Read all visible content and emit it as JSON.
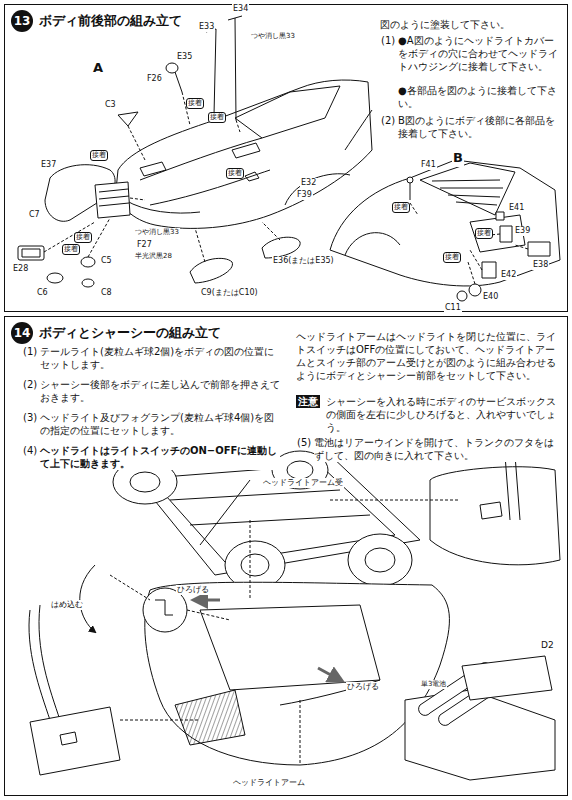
{
  "diagram": {
    "nodes": [
      {
        "text": [
          "ボディ前後部の組み立て"
        ]
      },
      {
        "text": [
          "13"
        ],
        "in": 0
      },
      {
        "text": [
          "ボディとシャーシーの組み立て"
        ]
      },
      {
        "text": [
          "14"
        ],
        "in": 2
      }
    ],
    "labels": [
      "図のように塗装して下さい。",
      "(1)",
      "●A図のようにヘッドライトカバーをボディの穴に合わせてヘッドライトハウジングに接着して下さい。",
      "●各部品を図のように接着して下さい。",
      "(2)",
      "B図のようにボディ後部に各部品を接着して下さい。",
      "A",
      "E34",
      "E33",
      "つや消し黒33",
      "E35",
      "F26",
      "接着",
      "接着",
      "C3",
      "E37",
      "C7",
      "接着",
      "接着",
      "接着",
      "つや消し黒33",
      "F27",
      "半光沢黒28",
      "E28",
      "C6",
      "C5",
      "E36(またはE35)",
      "C9(またはC10)",
      "C8",
      "E32",
      "F39",
      "接着",
      "B",
      "F41",
      "接着",
      "E39",
      "E41",
      "E38",
      "E42",
      "E40",
      "C11",
      "接着",
      "接着",
      "(1)",
      "テールライト(麦粒ムギ球2個)をボディの図の位置にセットします。",
      "(2)",
      "シャーシー後部をボディに差し込んで前部を押さえておきます。",
      "(3)",
      "ヘッドライト及びフォグランプ(麦粒ムギ球4個)を図の指定の位置にセットします。",
      "(4)",
      "ヘッドライトはライトスイッチのON−OFFに連動して上下に動きます。",
      "ヘッドライトアームはヘッドライトを閉じた位置に、ライトスイッチはOFFの位置にしておいて、ヘッドライトアームとスイッチ部のアーム受けとが図のように組み合わせるようにボディとシャーシー前部をセットして下さい。",
      "注意",
      "シャーシーを入れる時にボディのサービスボックスの側面を左右に少しひろげると、入れやすいでしょう。",
      "(5)",
      "電池はリアーウインドを開けて、トランクのフタをはずして、図の向きに入れて下さい。",
      "ヘッドライトアーム受",
      "はめ込む",
      "ひろげる",
      "ひろげる",
      "ヘッドライトアーム",
      "D2",
      "単3電池"
    ]
  }
}
